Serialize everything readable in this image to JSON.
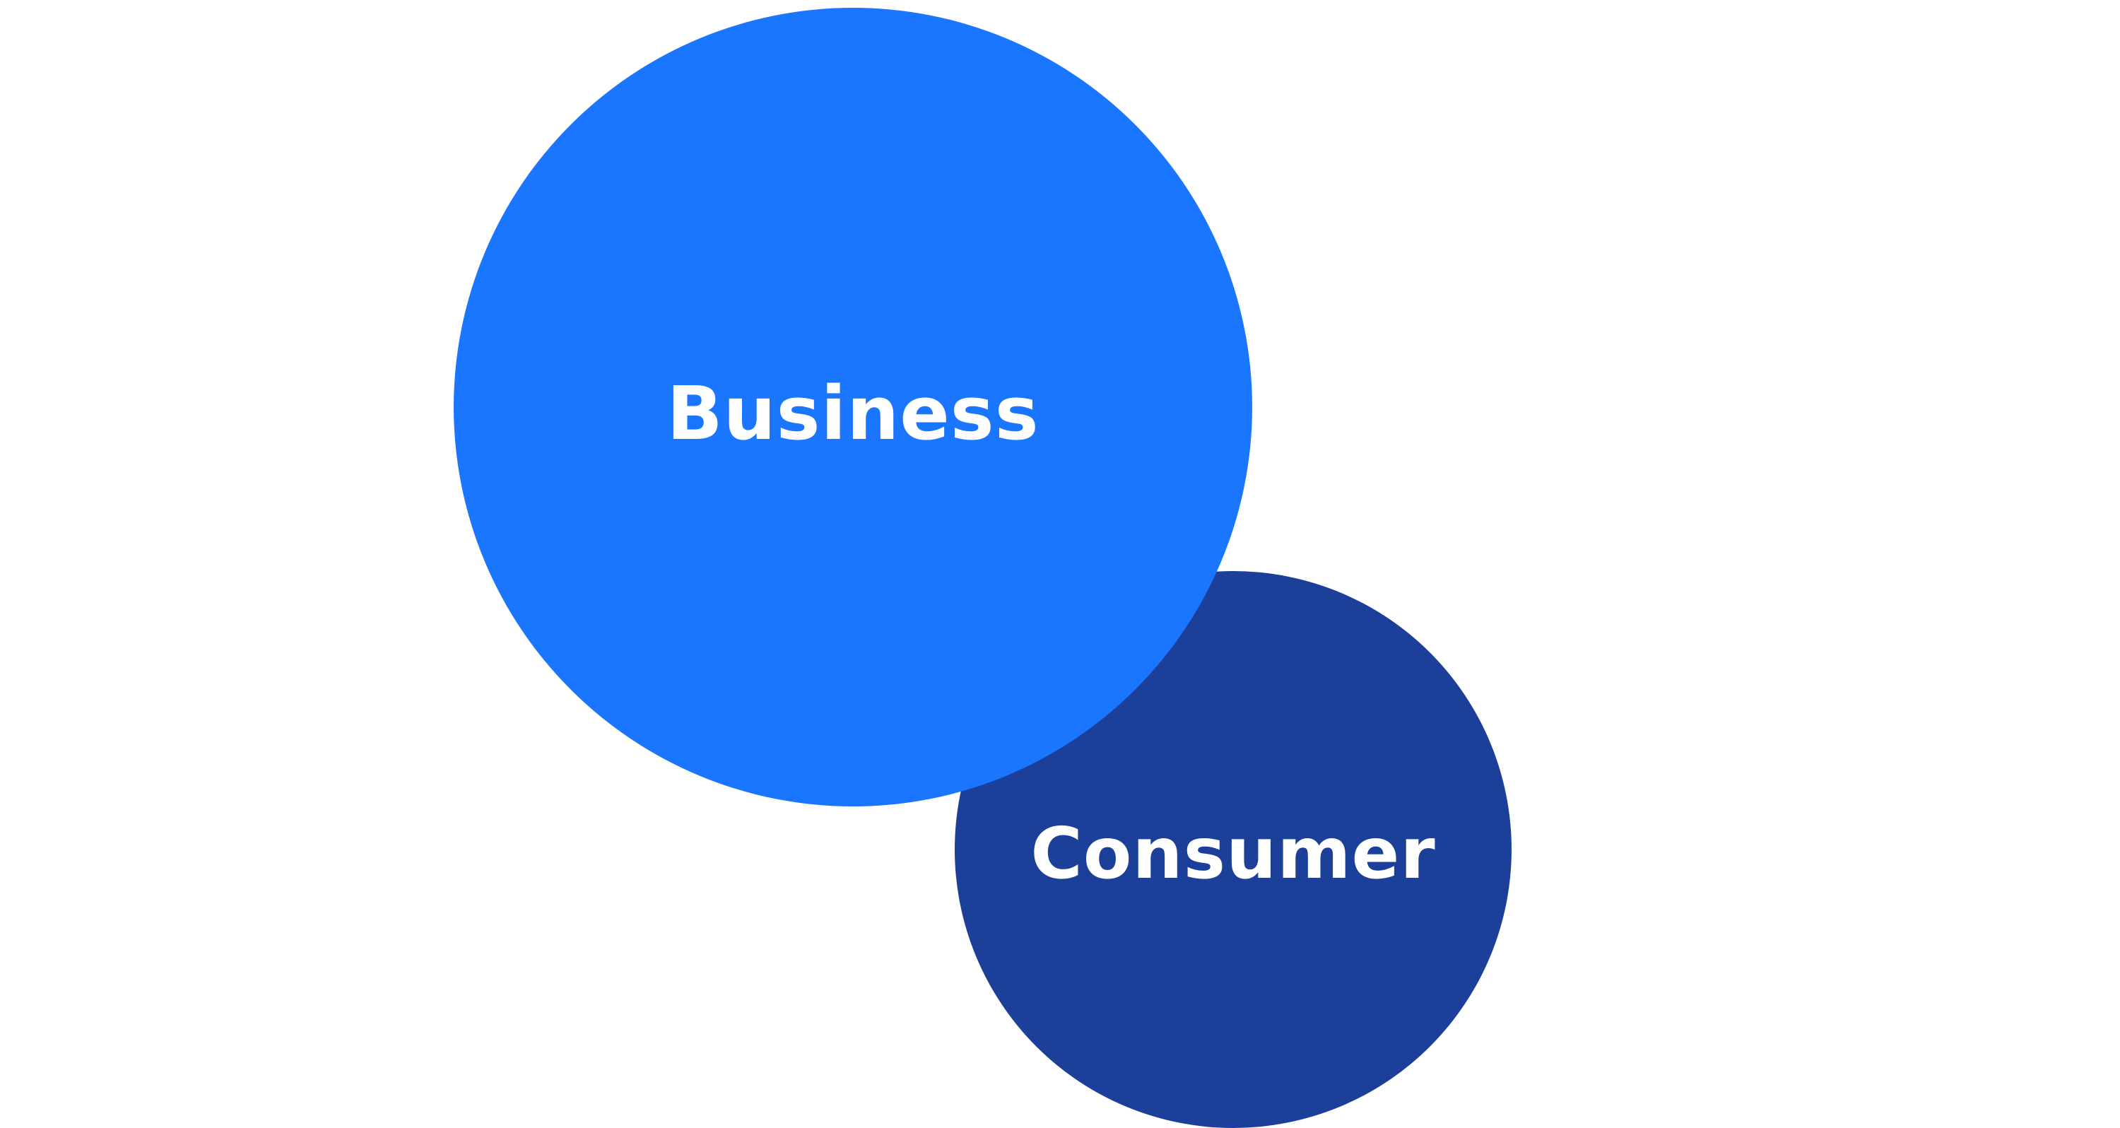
{
  "diagram": {
    "nodes": [
      {
        "id": "business",
        "label": "Business",
        "color": "#1b76ff"
      },
      {
        "id": "consumer",
        "label": "Consumer",
        "color": "#1c409a"
      }
    ],
    "label_color": "#ffffff",
    "background": "#ffffff"
  }
}
